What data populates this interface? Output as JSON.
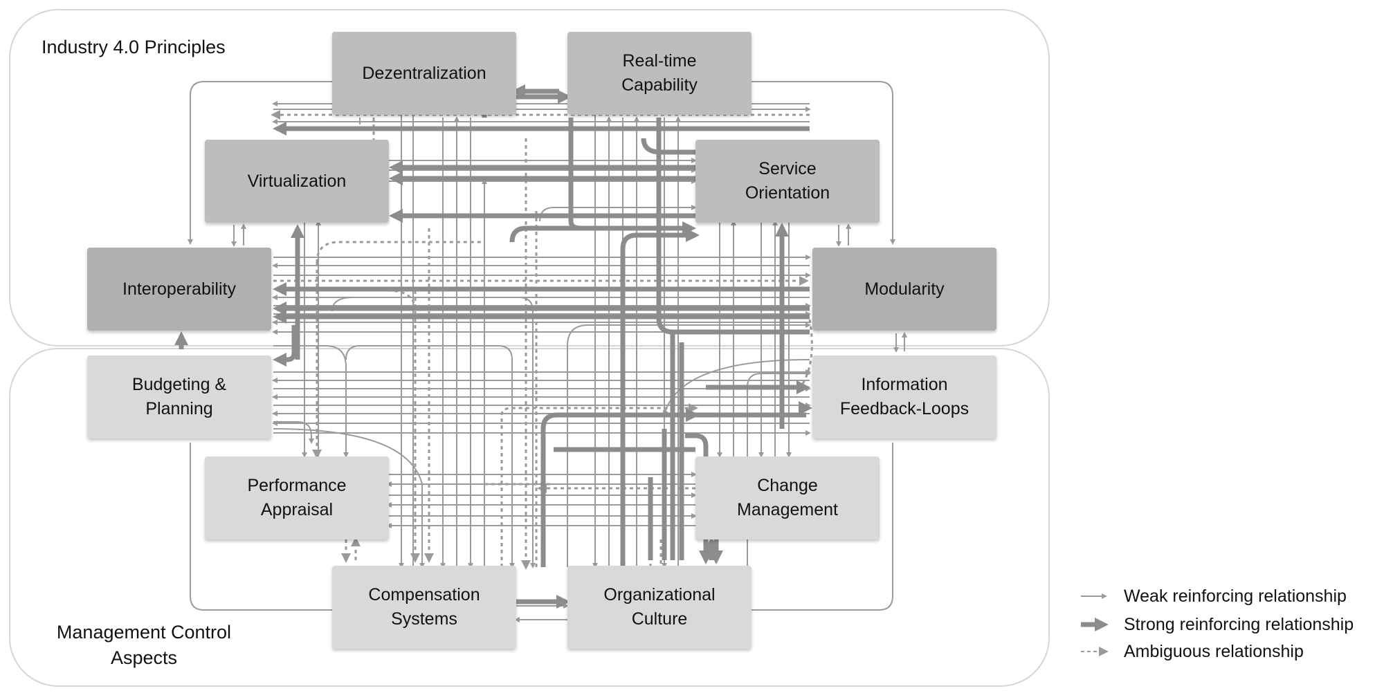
{
  "groups": {
    "principles_title": "Industry 4.0 Principles",
    "management_title": "Management Control\nAspects"
  },
  "principles": [
    {
      "id": "dezentralization",
      "label": "Dezentralization"
    },
    {
      "id": "real-time",
      "label": "Real-time\nCapability"
    },
    {
      "id": "virtualization",
      "label": "Virtualization"
    },
    {
      "id": "service-orientation",
      "label": "Service\nOrientation"
    },
    {
      "id": "interoperability",
      "label": "Interoperability"
    },
    {
      "id": "modularity",
      "label": "Modularity"
    }
  ],
  "aspects": [
    {
      "id": "budgeting",
      "label": "Budgeting &\nPlanning"
    },
    {
      "id": "information-feedback",
      "label": "Information\nFeedback-Loops"
    },
    {
      "id": "performance-appraisal",
      "label": "Performance\nAppraisal"
    },
    {
      "id": "change-management",
      "label": "Change\nManagement"
    },
    {
      "id": "compensation",
      "label": "Compensation\nSystems"
    },
    {
      "id": "organizational-culture",
      "label": "Organizational\nCulture"
    }
  ],
  "legend": {
    "weak": "Weak reinforcing relationship",
    "strong": "Strong reinforcing relationship",
    "ambiguous": "Ambiguous relationship"
  },
  "colors": {
    "arrow": "#9a9a9a",
    "arrow_dark": "#8c8c8c",
    "principle_box": "#bdbdbd",
    "aspect_box": "#d9d9d9",
    "group_border": "#d6d6d6"
  }
}
